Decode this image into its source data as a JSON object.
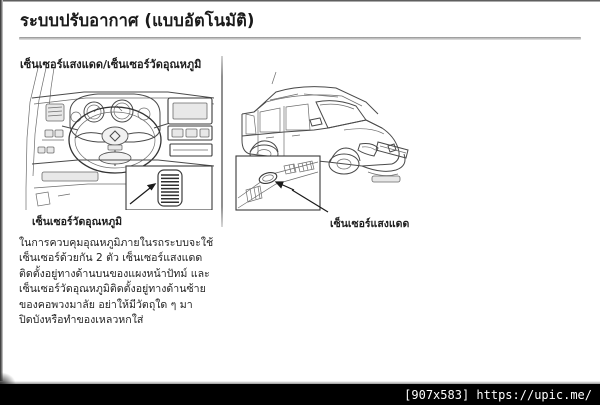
{
  "document": {
    "title": "ระบบปรับอากาศ (แบบอัตโนมัติ)",
    "page_kind": "scanned-manual-page"
  },
  "left_column": {
    "heading": "เซ็นเซอร์แสงแดด/เซ็นเซอร์วัดอุณหภูมิ",
    "illustration_name": "dashboard-interior-diagram",
    "callout_label": "เซ็นเซอร์วัดอุณหภูมิ"
  },
  "right_column": {
    "illustration_name": "suv-exterior-diagram",
    "callout_label": "เซ็นเซอร์แสงแดด"
  },
  "body": {
    "lines": [
      "ในการควบคุมอุณหภูมิภายในรถระบบจะใช้",
      "เซ็นเซอร์ด้วยกัน 2 ตัว เซ็นเซอร์แสงแดด",
      "ติดตั้งอยู่ทางด้านบนของแผงหน้าปัทม์ และ",
      "เซ็นเซอร์วัดอุณหภูมิติดตั้งอยู่ทางด้านซ้าย",
      "ของคอพวงมาลัย อย่าให้มีวัตถุใด ๆ มา",
      "ปิดบังหรือทำของเหลวหกใส่"
    ]
  },
  "watermark": {
    "text": "[907x583] https://upic.me/",
    "dimensions": "907x583",
    "url": "https://upic.me/",
    "bar_color": "#000000",
    "text_color": "#ffffff"
  },
  "colors": {
    "page_background": "#ffffff",
    "ink": "#4a4a4a",
    "text": "#1d1d1d",
    "rule": "#9a9a9a"
  }
}
